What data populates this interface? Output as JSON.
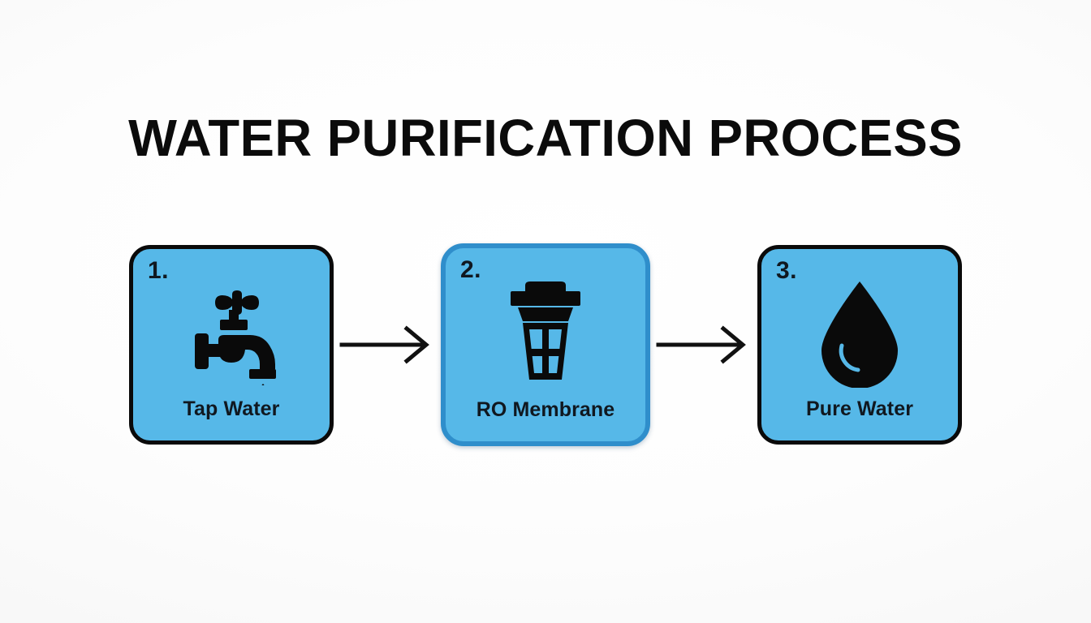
{
  "page": {
    "title": "WATER PURIFICATION PROCESS",
    "background_color": "#fcfcfc",
    "text_color": "#0b0b0b"
  },
  "colors": {
    "card_fill": "#56b8e8",
    "card_border_default": "#0a0a0a",
    "card_border_accent": "#2f8ecb",
    "icon_color": "#0a0a0a",
    "label_color": "#101820",
    "arrow_color": "#111111"
  },
  "flow": {
    "steps": [
      {
        "number": "1.",
        "label": "Tap Water",
        "icon": "faucet-icon",
        "border_style": "black"
      },
      {
        "number": "2.",
        "label": "RO Membrane",
        "icon": "filter-cartridge-icon",
        "border_style": "blue"
      },
      {
        "number": "3.",
        "label": "Pure Water",
        "icon": "water-droplet-icon",
        "border_style": "black"
      }
    ],
    "connectors": [
      {
        "icon": "arrow-right-icon",
        "from": "Tap Water",
        "to": "RO Membrane"
      },
      {
        "icon": "arrow-right-icon",
        "from": "RO Membrane",
        "to": "Pure Water"
      }
    ]
  }
}
